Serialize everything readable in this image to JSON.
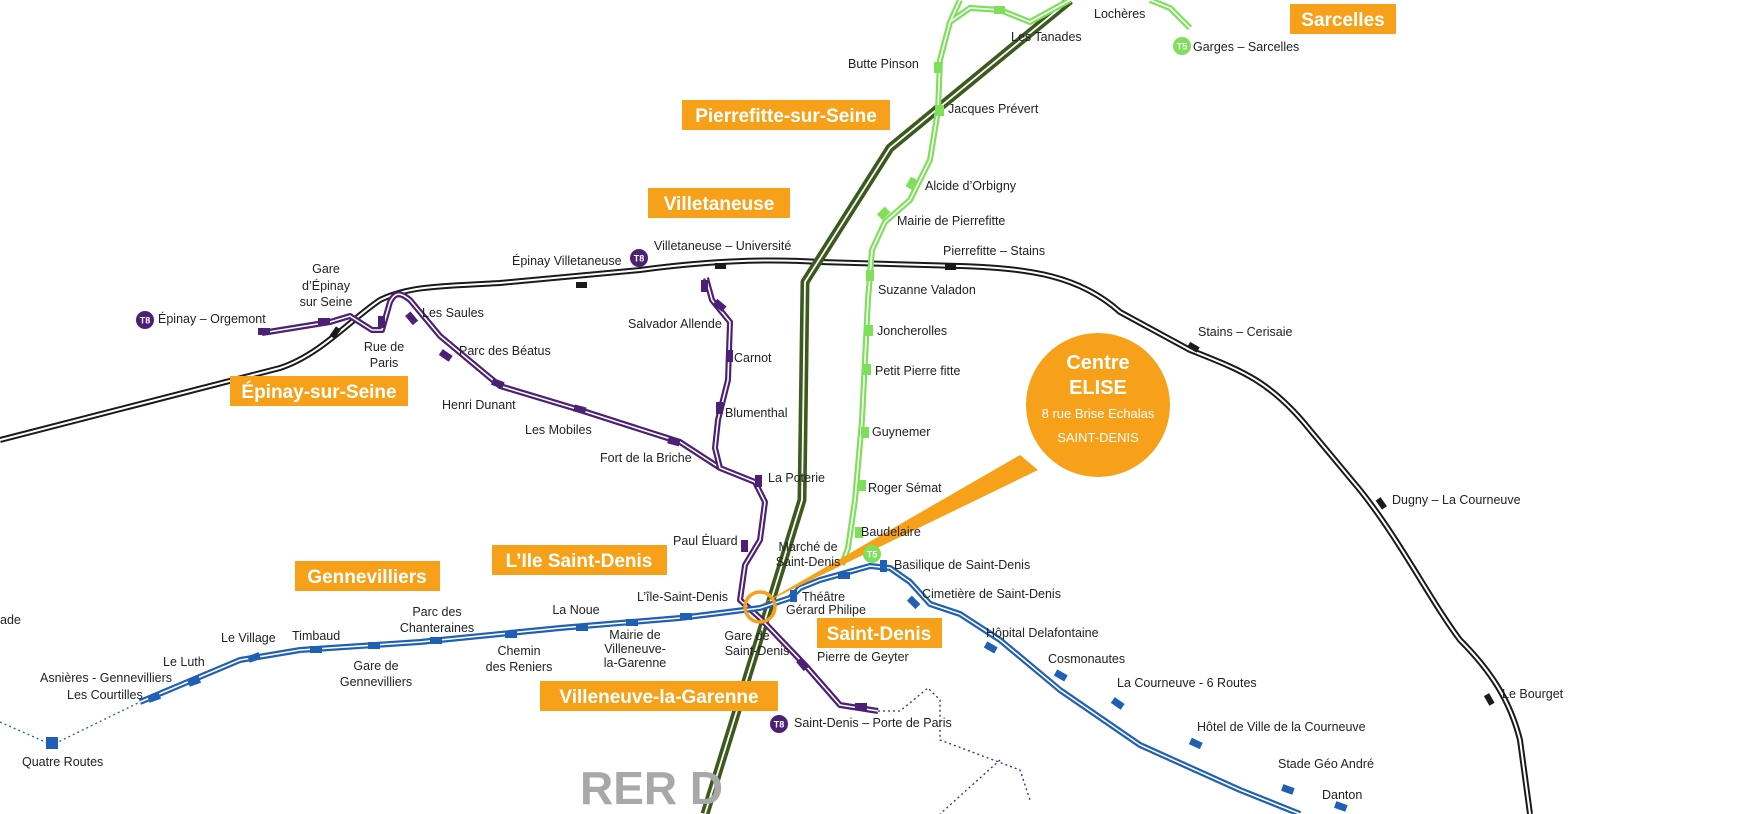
{
  "colors": {
    "rail_black": "#1a1a1a",
    "rer_d": "#3c5a1e",
    "tram_t5": "#7ee05a",
    "tram_t8": "#4b2075",
    "tram_t1": "#1f5fb4",
    "town_label": "#f7a11a",
    "callout": "#f7a11a"
  },
  "towns": {
    "sarcelles": "Sarcelles",
    "pierrefitte": "Pierrefitte-sur-Seine",
    "villetaneuse": "Villetaneuse",
    "epinay": "Épinay-sur-Seine",
    "gennevilliers": "Gennevilliers",
    "ile_saint_denis": "L’Ile Saint-Denis",
    "villeneuve": "Villeneuve-la-Garenne",
    "saint_denis": "Saint-Denis"
  },
  "callout": {
    "line1": "Centre",
    "line2": "ELISE",
    "line3": "8 rue Brise Echalas",
    "line4": "SAINT-DENIS"
  },
  "line_badges": {
    "t8": "T8",
    "t5": "T5"
  },
  "rer_label": "RER D",
  "stations": {
    "locheres": "Lochères",
    "les_tanades": "Les Tanades",
    "garges_sarcelles": "Garges – Sarcelles",
    "butte_pinson": "Butte Pinson",
    "jacques_prevert": "Jacques Prévert",
    "alcide": "Alcide d’Orbigny",
    "mairie_pierrefitte": "Mairie de Pierrefitte",
    "pierrefitte_stains": "Pierrefitte – Stains",
    "suzanne_valadon": "Suzanne Valadon",
    "joncherolles": "Joncherolles",
    "petit_pierrefitte": "Petit Pierre fitte",
    "guynemer": "Guynemer",
    "roger_semat": "Roger Sémat",
    "baudelaire": "Baudelaire",
    "villetaneuse_univ": "Villetaneuse – Université",
    "epinay_villetaneuse": "Épinay Villetaneuse",
    "gare_epinay_1": "Gare",
    "gare_epinay_2": "d’Épinay",
    "gare_epinay_3": "sur Seine",
    "epinay_orgemont": "Épinay – Orgemont",
    "rue_de_paris_1": "Rue de",
    "rue_de_paris_2": "Paris",
    "les_saules": "Les Saules",
    "parc_beatus": "Parc des Béatus",
    "henri_dunant": "Henri Dunant",
    "les_mobiles": "Les Mobiles",
    "fort_briche": "Fort de la Briche",
    "salvador_allende": "Salvador Allende",
    "carnot": "Carnot",
    "blumenthal": "Blumenthal",
    "la_poterie": "La Poterie",
    "paul_eluard": "Paul Éluard",
    "stains_cerisaie": "Stains – Cerisaie",
    "dugny": "Dugny – La Courneuve",
    "le_bourget": "Le Bourget",
    "marche_sd_1": "Marché de",
    "marche_sd_2": "Saint-Denis",
    "basilique": "Basilique de Saint-Denis",
    "cimetiere": "Cimetière de Saint-Denis",
    "hopital": "Hôpital Delafontaine",
    "cosmonautes": "Cosmonautes",
    "courneuve_6": "La Courneuve - 6 Routes",
    "hotel_ville": "Hôtel de Ville de la Courneuve",
    "stade_geo": "Stade Géo André",
    "danton": "Danton",
    "theatre_1": "Théâtre",
    "theatre_2": "Gérard Philipe",
    "gare_sd_1": "Gare de",
    "gare_sd_2": "Saint-Denis",
    "pierre_geyter": "Pierre de Geyter",
    "porte_paris": "Saint-Denis – Porte de Paris",
    "ile_sd_station": "L’île-Saint-Denis",
    "la_noue": "La Noue",
    "mairie_vg_1": "Mairie de",
    "mairie_vg_2": "Villeneuve-",
    "mairie_vg_3": "la-Garenne",
    "chemin_1": "Chemin",
    "chemin_2": "des Reniers",
    "parc_ch_1": "Parc des",
    "parc_ch_2": "Chanteraines",
    "gare_genn_1": "Gare de",
    "gare_genn_2": "Gennevilliers",
    "timbaud": "Timbaud",
    "le_village": "Le Village",
    "le_luth": "Le Luth",
    "asnieres": "Asnières - Gennevilliers",
    "courtilles": "Les Courtilles",
    "quatre_routes": "Quatre Routes",
    "ade": "ade"
  }
}
